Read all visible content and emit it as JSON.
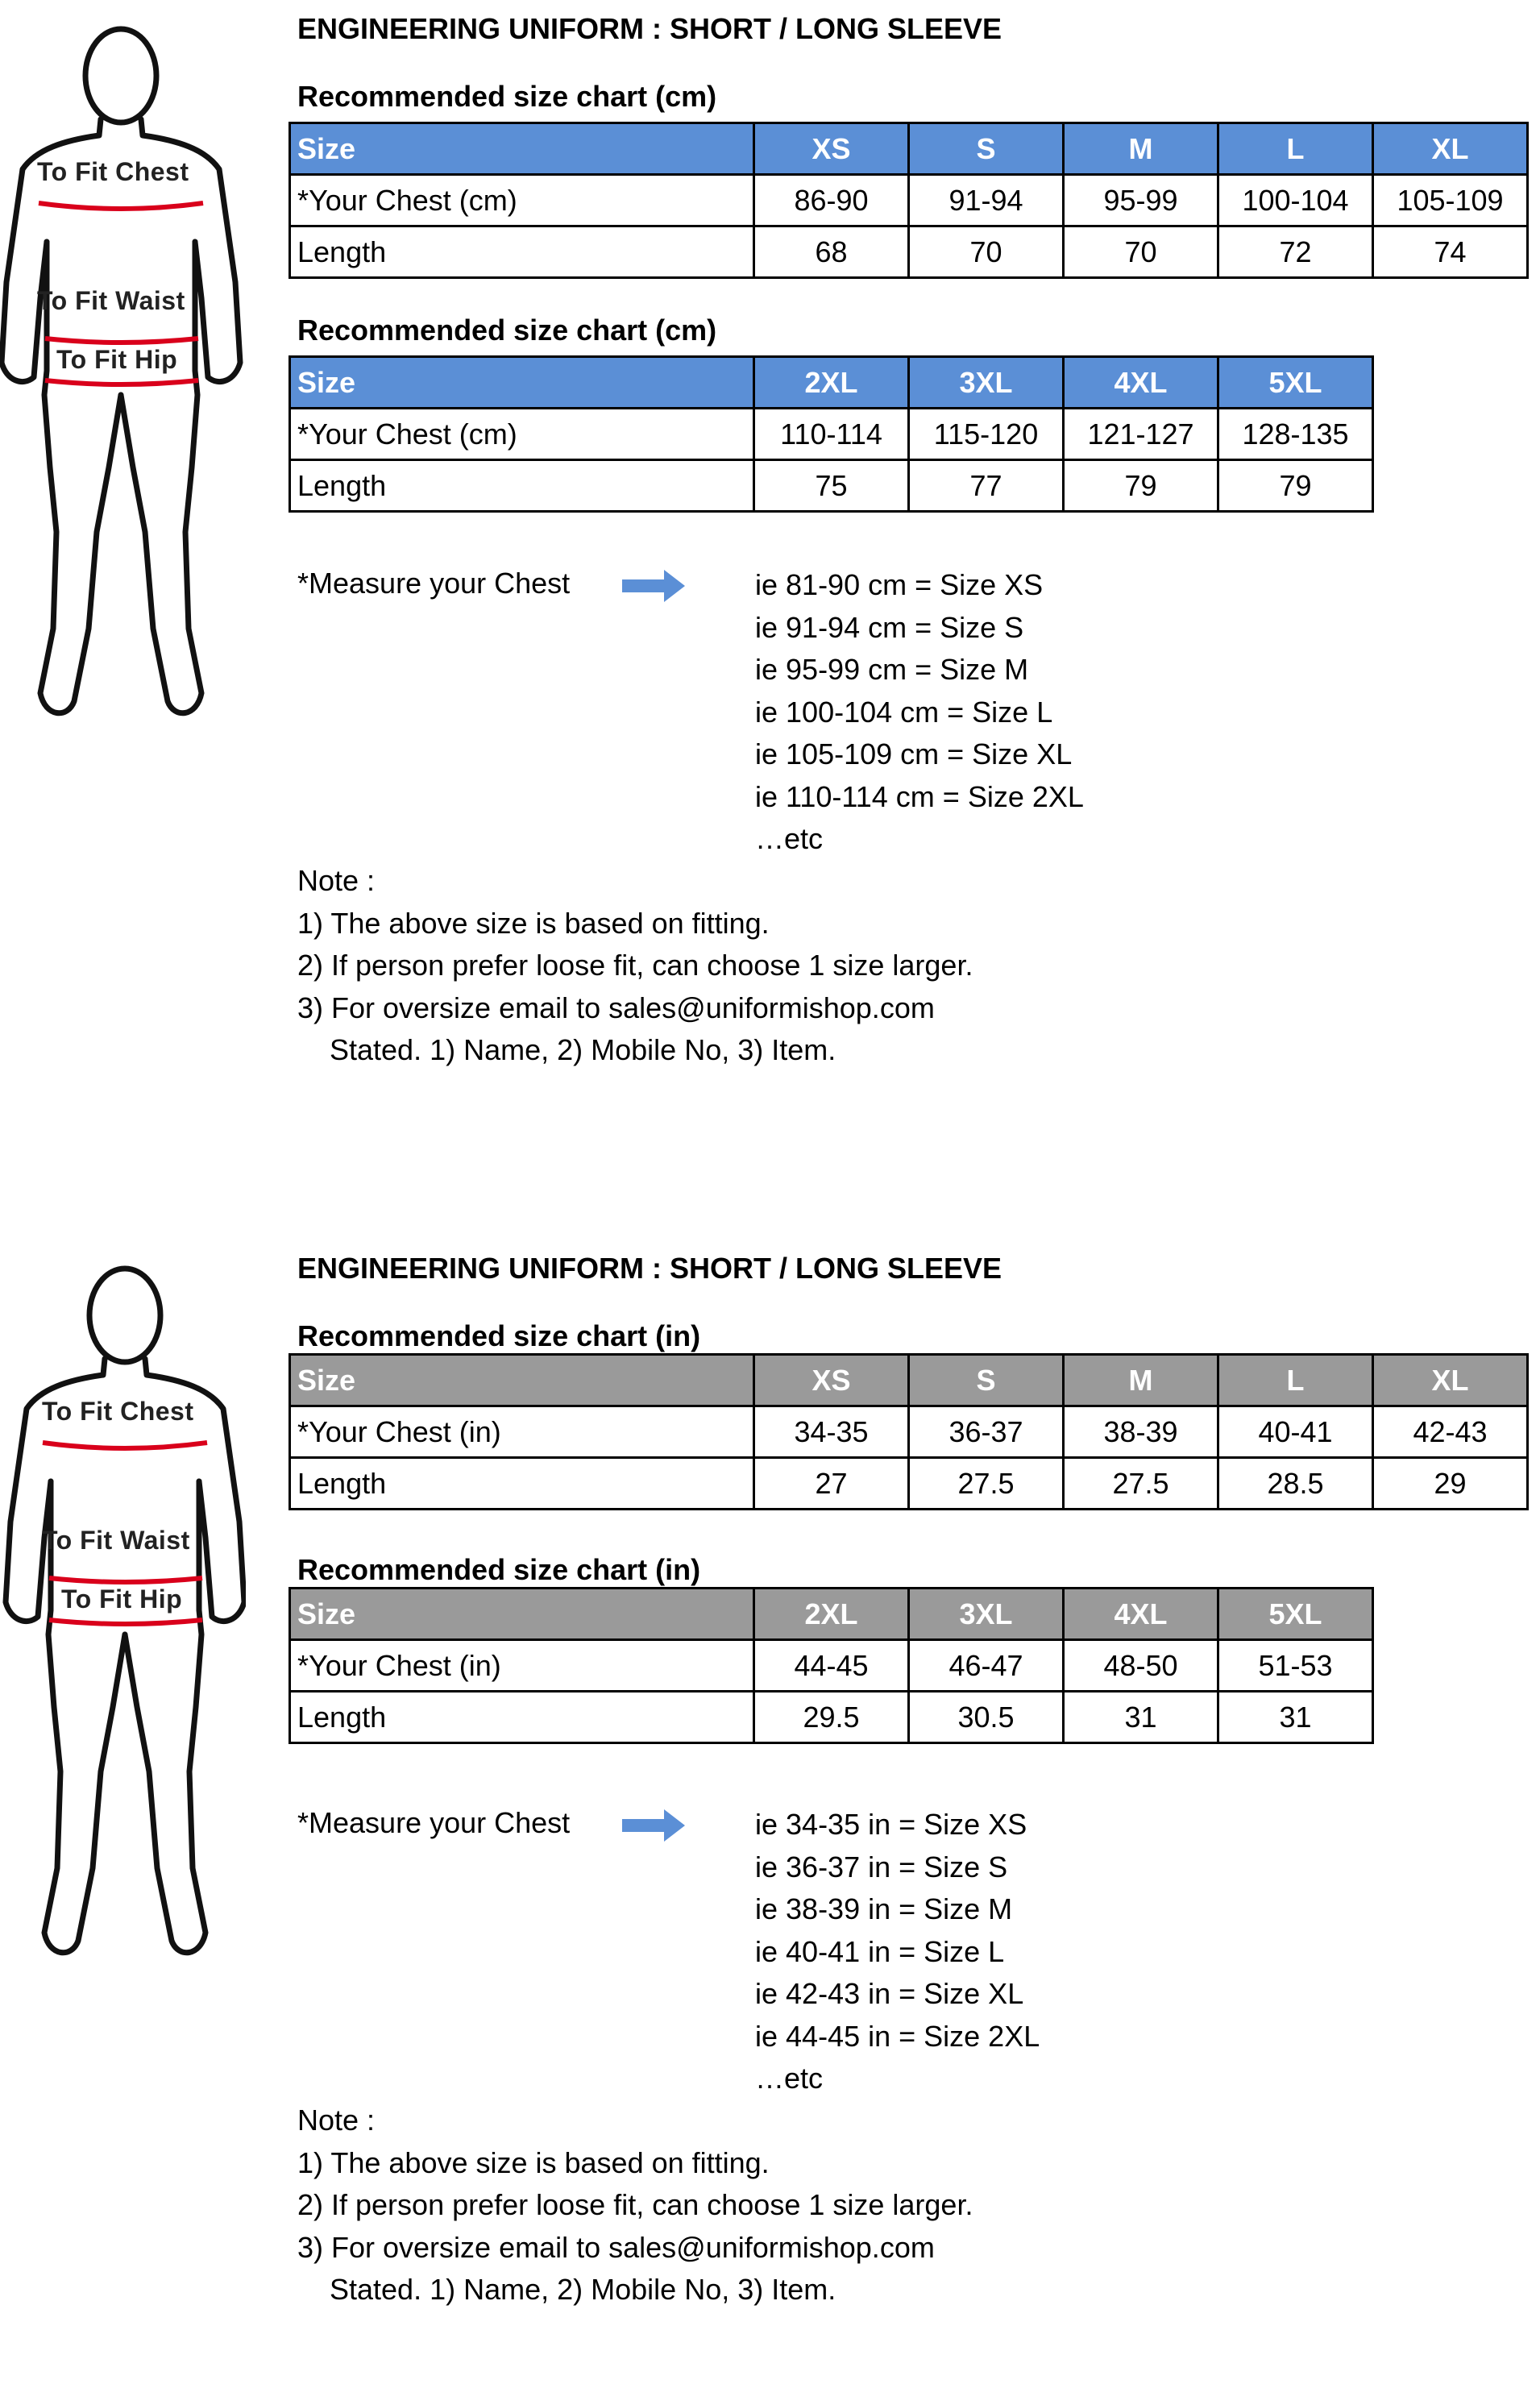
{
  "sections": [
    {
      "figure": {
        "chest": "To Fit Chest",
        "waist": "To Fit Waist",
        "hip": "To Fit Hip"
      },
      "title": "ENGINEERING UNIFORM : SHORT / LONG SLEEVE",
      "tables": [
        {
          "caption": "Recommended size chart (cm)",
          "header": [
            "Size",
            "XS",
            "S",
            "M",
            "L",
            "XL"
          ],
          "rows": [
            [
              "*Your Chest (cm)",
              "86-90",
              "91-94",
              "95-99",
              "100-104",
              "105-109"
            ],
            [
              "Length",
              "68",
              "70",
              "70",
              "72",
              "74"
            ]
          ]
        },
        {
          "caption": "Recommended size chart (cm)",
          "header": [
            "Size",
            "2XL",
            "3XL",
            "4XL",
            "5XL"
          ],
          "rows": [
            [
              "*Your Chest (cm)",
              "110-114",
              "115-120",
              "121-127",
              "128-135"
            ],
            [
              "Length",
              "75",
              "77",
              "79",
              "79"
            ]
          ]
        }
      ],
      "measure_label": "*Measure your Chest",
      "equivalents": [
        "ie 81-90 cm = Size XS",
        "ie 91-94 cm = Size S",
        "ie 95-99 cm = Size M",
        "ie 100-104 cm = Size L",
        "ie 105-109 cm = Size XL",
        "ie 110-114 cm = Size 2XL",
        "…etc"
      ],
      "notes": [
        "Note :",
        "1) The above size is based on fitting.",
        "2) If person prefer loose fit, can choose 1 size larger.",
        "3) For oversize email to sales@uniformishop.com",
        "    Stated. 1) Name, 2) Mobile No, 3) Item."
      ]
    },
    {
      "figure": {
        "chest": "To Fit Chest",
        "waist": "To Fit Waist",
        "hip": "To Fit Hip"
      },
      "title": "ENGINEERING UNIFORM : SHORT / LONG SLEEVE",
      "tables": [
        {
          "caption": "Recommended size chart (in)",
          "header": [
            "Size",
            "XS",
            "S",
            "M",
            "L",
            "XL"
          ],
          "rows": [
            [
              "*Your Chest (in)",
              "34-35",
              "36-37",
              "38-39",
              "40-41",
              "42-43"
            ],
            [
              "Length",
              "27",
              "27.5",
              "27.5",
              "28.5",
              "29"
            ]
          ]
        },
        {
          "caption": "Recommended size chart (in)",
          "header": [
            "Size",
            "2XL",
            "3XL",
            "4XL",
            "5XL"
          ],
          "rows": [
            [
              "*Your Chest (in)",
              "44-45",
              "46-47",
              "48-50",
              "51-53"
            ],
            [
              "Length",
              "29.5",
              "30.5",
              "31",
              "31"
            ]
          ]
        }
      ],
      "measure_label": "*Measure your Chest",
      "equivalents": [
        "ie 34-35 in = Size XS",
        "ie 36-37 in = Size S",
        "ie 38-39 in = Size M",
        "ie 40-41 in = Size L",
        "ie 42-43 in = Size XL",
        "ie 44-45 in = Size 2XL",
        "…etc"
      ],
      "notes": [
        "Note :",
        "1) The above size is based on fitting.",
        "2) If person prefer loose fit, can choose 1 size larger.",
        "3) For oversize email to sales@uniformishop.com",
        "    Stated. 1) Name, 2) Mobile No, 3) Item."
      ]
    }
  ],
  "colors": {
    "header_cm": "#5b8fd6",
    "header_in": "#9a9a9a",
    "arrow": "#5b8fd6",
    "measure_line": "#d9001b"
  },
  "icons": [
    "body-figure-icon",
    "arrow-right-icon"
  ]
}
